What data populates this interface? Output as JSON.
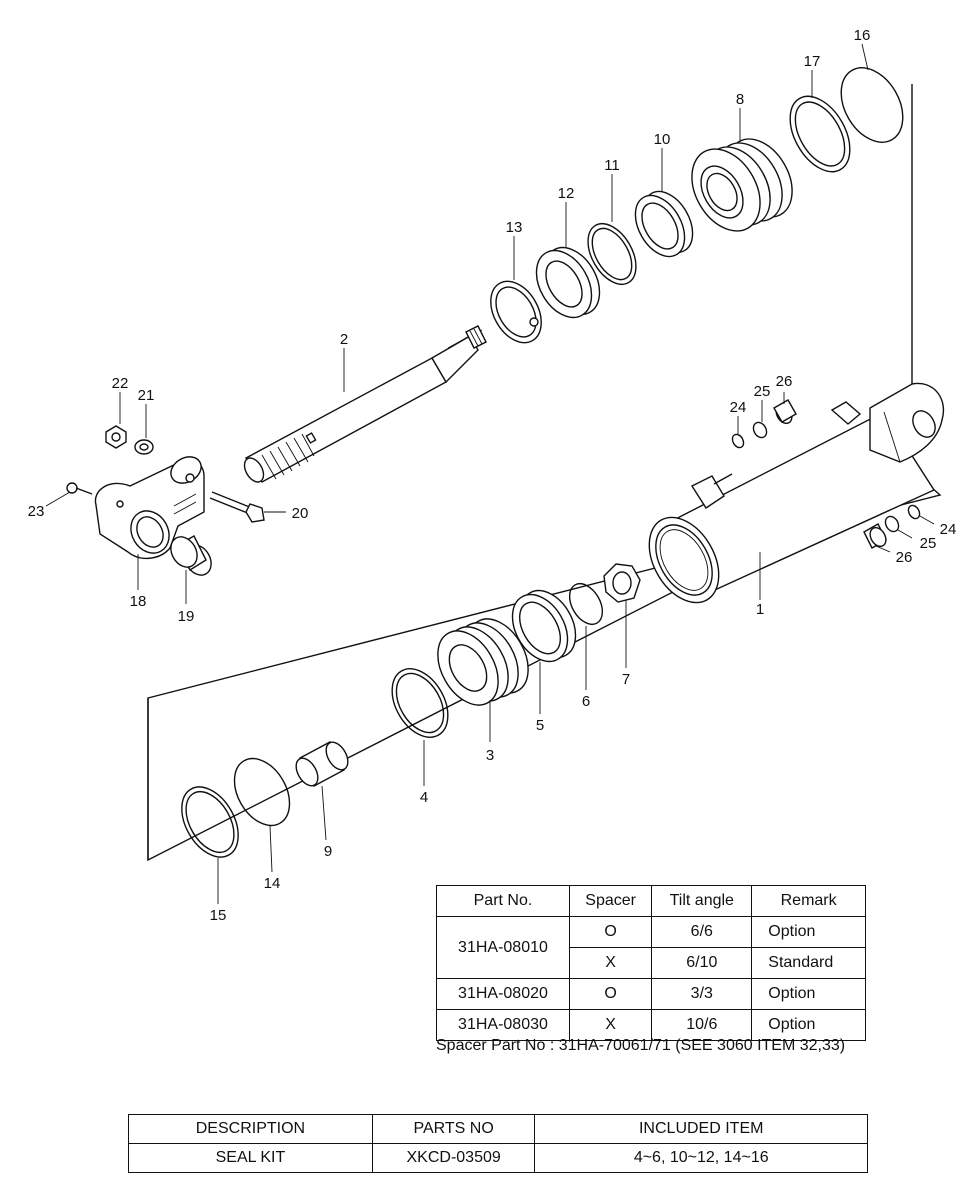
{
  "callouts": {
    "c1": "1",
    "c2": "2",
    "c3": "3",
    "c4": "4",
    "c5": "5",
    "c6": "6",
    "c7": "7",
    "c8": "8",
    "c9": "9",
    "c10": "10",
    "c11": "11",
    "c12": "12",
    "c13": "13",
    "c14": "14",
    "c15": "15",
    "c16": "16",
    "c17": "17",
    "c18": "18",
    "c19": "19",
    "c20": "20",
    "c21": "21",
    "c22": "22",
    "c23": "23",
    "c24": "24",
    "c25": "25",
    "c26": "26"
  },
  "spec_table": {
    "headers": [
      "Part No.",
      "Spacer",
      "Tilt angle",
      "Remark"
    ],
    "rows": [
      {
        "part_no": "31HA-08010",
        "spacer": "O",
        "tilt": "6/6",
        "remark": "Option"
      },
      {
        "part_no": "31HA-08010",
        "spacer": "X",
        "tilt": "6/10",
        "remark": "Standard"
      },
      {
        "part_no": "31HA-08020",
        "spacer": "O",
        "tilt": "3/3",
        "remark": "Option"
      },
      {
        "part_no": "31HA-08030",
        "spacer": "X",
        "tilt": "10/6",
        "remark": "Option"
      }
    ],
    "note": "Spacer Part No : 31HA-70061/71 (SEE 3060 ITEM 32,33)"
  },
  "kit_table": {
    "headers": [
      "DESCRIPTION",
      "PARTS NO",
      "INCLUDED ITEM"
    ],
    "rows": [
      {
        "description": "SEAL KIT",
        "parts_no": "XKCD-03509",
        "included": "4~6, 10~12, 14~16"
      }
    ]
  }
}
